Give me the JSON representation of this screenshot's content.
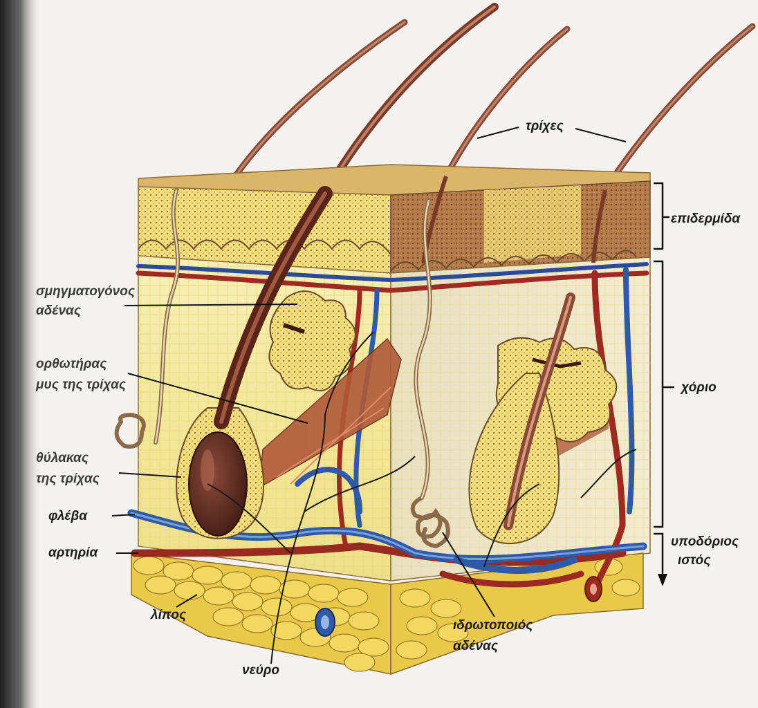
{
  "diagram": {
    "labels": {
      "hairs": "τρίχες",
      "epidermis": "επιδερμίδα",
      "dermis": "χόριο",
      "subcutaneous_1": "υποδόριος",
      "subcutaneous_2": "ιστός",
      "sebaceous_1": "σμηγματογόνος",
      "sebaceous_2": "αδένας",
      "arrector_1": "ορθωτήρας",
      "arrector_2": "μυς της τρίχας",
      "follicle_1": "θύλακας",
      "follicle_2": "της τρίχας",
      "vein": "φλέβα",
      "artery": "αρτηρία",
      "fat": "λίπος",
      "nerve": "νεύρο",
      "sweat_1": "ιδρωτοποιός",
      "sweat_2": "αδένας"
    }
  }
}
